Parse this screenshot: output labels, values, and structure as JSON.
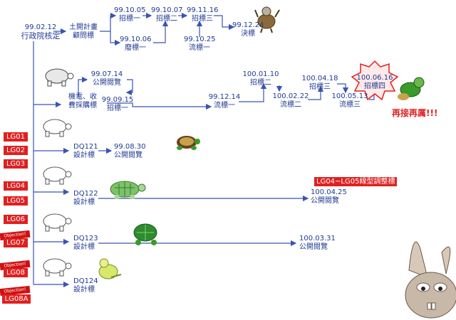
{
  "top": {
    "root_date": "99.02.12",
    "root_label": "行政院核定",
    "design_date": "土開計畫",
    "design_label": "顧問標",
    "t1_date": "99.10.05",
    "t1_label": "招標一",
    "t2_date": "99.10.07",
    "t2_label": "招標二",
    "t3_date": "99.11.16",
    "t3_label": "招標三",
    "t4_date": "99.12.24",
    "t4_label": "決標",
    "t5_date": "99.10.06",
    "t5_label": "廢標一",
    "t6_date": "99.10.25",
    "t6_label": "流標一"
  },
  "mech": {
    "label1": "機電、收",
    "label2": "費採購標",
    "review_date": "99.07.14",
    "review_label": "公開閱覽",
    "bid1_date": "99.09.15",
    "bid1_label": "招標一",
    "fail1_date": "99.12.14",
    "fail1_label": "流標一",
    "bid2_date": "100.01.10",
    "bid2_label": "招標二",
    "fail2_date": "100.02.22",
    "fail2_label": "流標二",
    "bid3_date": "100.04.18",
    "bid3_label": "招標三",
    "fail3_date": "100.05.13",
    "fail3_label": "流標三",
    "bid4_date": "100.06.16",
    "bid4_label": "招標四",
    "again": "再接再厲!!!"
  },
  "lg_labels": [
    "LG01",
    "LG02",
    "LG03",
    "LG04",
    "LG05",
    "LG06",
    "LG07",
    "LG08",
    "LG08A"
  ],
  "objection": "Objection!",
  "dq121": {
    "code": "DQ121",
    "label": "設計標",
    "date": "99.08.30",
    "date_label": "公開閱覽"
  },
  "dq122": {
    "code": "DQ122",
    "label": "設計標",
    "note": "LG04~LG05線型調整標",
    "date": "100.04.25",
    "date_label": "公開閱覽"
  },
  "dq123": {
    "code": "DQ123",
    "label": "設計標",
    "date": "100.03.31",
    "date_label": "公開閱覽"
  },
  "dq124": {
    "code": "DQ124",
    "label": "設計標"
  },
  "colors": {
    "text": "#1f3a93",
    "line": "#3a55b0",
    "red": "#e02020",
    "turtle_green": "#3a9a2a"
  }
}
